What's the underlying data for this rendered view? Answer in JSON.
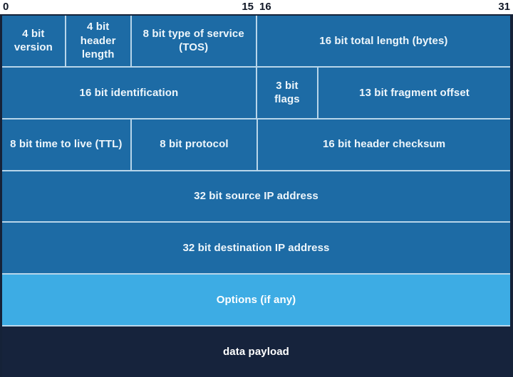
{
  "diagram": {
    "type": "ipv4-header-structure",
    "bit_ruler": {
      "left_start": "0",
      "left_end": "15",
      "right_start": "16",
      "right_end": "31"
    },
    "rows": [
      {
        "cells": [
          {
            "label": "4 bit version",
            "bits": 4
          },
          {
            "label": "4 bit header length",
            "bits": 4
          },
          {
            "label": "8 bit type of service (TOS)",
            "bits": 8
          },
          {
            "label": "16 bit total length (bytes)",
            "bits": 16
          }
        ]
      },
      {
        "cells": [
          {
            "label": "16 bit identification",
            "bits": 16
          },
          {
            "label": "3 bit flags",
            "bits": 3
          },
          {
            "label": "13 bit fragment offset",
            "bits": 13
          }
        ]
      },
      {
        "cells": [
          {
            "label": "8 bit time to live (TTL)",
            "bits": 8
          },
          {
            "label": "8 bit protocol",
            "bits": 8
          },
          {
            "label": "16 bit header checksum",
            "bits": 16
          }
        ]
      },
      {
        "cells": [
          {
            "label": "32 bit source IP address",
            "bits": 32
          }
        ]
      },
      {
        "cells": [
          {
            "label": "32 bit destination IP address",
            "bits": 32
          }
        ]
      },
      {
        "cells": [
          {
            "label": "Options (if any)",
            "bits": 32
          }
        ]
      },
      {
        "cells": [
          {
            "label": "data payload",
            "bits": 32
          }
        ]
      }
    ],
    "colors": {
      "field_blue": "#1d6ba5",
      "options_blue": "#3dace4",
      "payload_navy": "#16233c",
      "divider_light": "#b8d6ea",
      "outline_dark": "#152238",
      "cell_text": "#eef6fb",
      "ruler_text": "#111827",
      "background": "#ffffff"
    }
  }
}
